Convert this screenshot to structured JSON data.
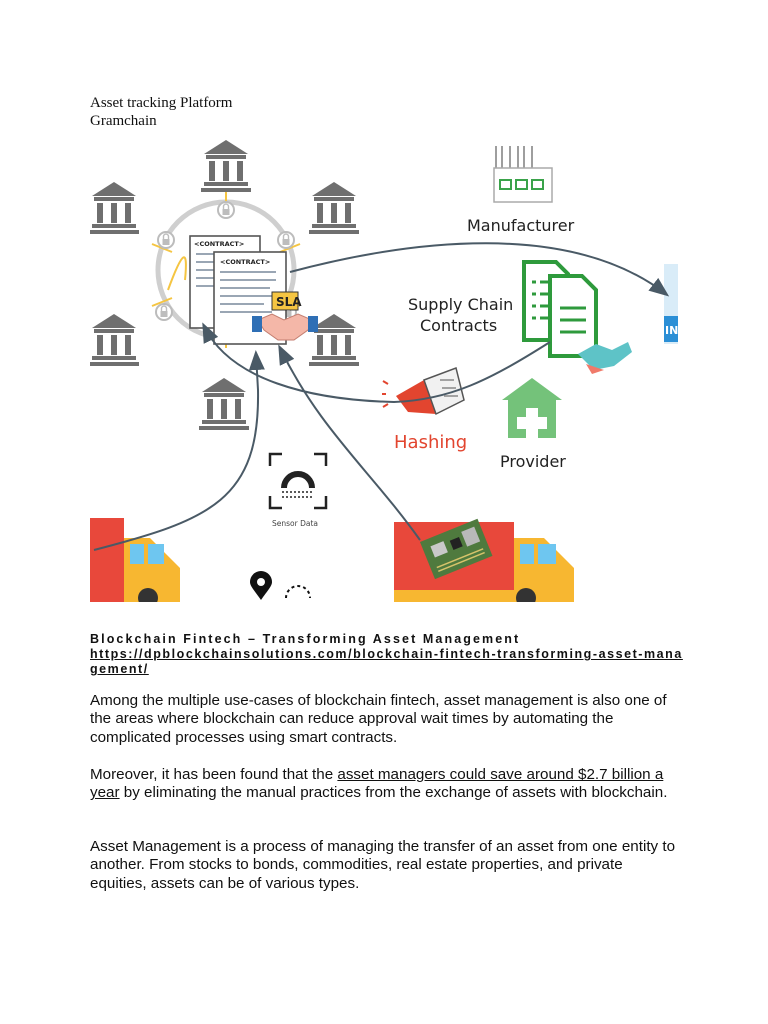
{
  "document": {
    "title_line1": "Asset tracking Platform",
    "title_line2": "Gramchain"
  },
  "figure": {
    "contract_label_1": "<CONTRACT>",
    "contract_label_2": "<CONTRACT>",
    "sla_label": "SLA",
    "manufacturer_label": "Manufacturer",
    "supply_chain_line1": "Supply Chain",
    "supply_chain_line2": "Contracts",
    "hashing_label": "Hashing",
    "provider_label": "Provider",
    "sensor_label": "Sensor Data",
    "edge_label": "IN"
  },
  "article": {
    "title": "Blockchain Fintech – Transforming Asset Management",
    "link": "https://dpblockchainsolutions.com/blockchain-fintech-transforming-asset-management/",
    "p1": "Among the multiple use-cases of blockchain fintech, asset management is also one of the areas where blockchain can reduce approval wait times by automating the complicated processes using smart contracts.",
    "p2_before": "Moreover, it has been found that the ",
    "p2_link": "asset managers could save around $2.7 billion a year",
    "p2_after": " by eliminating the manual practices from the exchange of assets with blockchain.",
    "p3": "Asset Management is a process of managing the transfer of an asset from one entity to another. From stocks to bonds, commodities, real estate properties, and private equities, assets can be of various types."
  },
  "colors": {
    "accent_green": "#2e9a3c",
    "hashing_red": "#e2452f",
    "provider_green": "#74c27a",
    "truck_red": "#e8483b",
    "truck_yellow": "#f7b731",
    "bank_gray": "#6f6f6f",
    "arrow_gray": "#4a5a66"
  }
}
